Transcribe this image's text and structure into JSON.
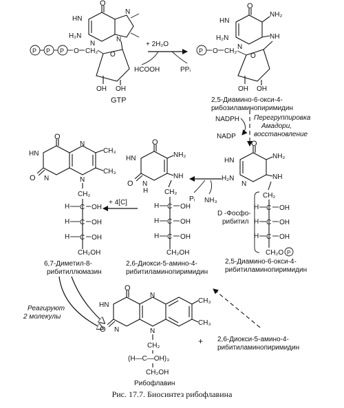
{
  "figure": {
    "caption": "Рис. 17.7. Биосинтез рибофлавина"
  },
  "compounds": {
    "gtp": "GTP",
    "daorp": "2,5-Диамино-6-окси-4-\nрибозиламинопиримидин",
    "daorbp": "2,5-Диамино-6-окси-4-\nрибитиламинопиримидин",
    "doarp": "2,6-Диокси-5-амино-4-\nрибитиламинопиримидин",
    "dmrl": "6,7-Диметил-8-\nрибитиллюмазин",
    "doarp2": "2,6-Диокси-5-амино-4-\nрибитиламинопиримидин",
    "riboflavin": "Рибофлавин"
  },
  "reagents": {
    "water": "+ 2H₂O",
    "formate": "HCOOH",
    "ppi": "PPᵢ",
    "nadph": "NADPH",
    "nadp": "NADP",
    "amadori": "Перегруппировка\nАмадори,\nвосстановление",
    "pi": "Pᵢ",
    "nh3": "NH₃",
    "c4": "+ 4[C]",
    "d_phospho": "D -Фосфо-\nрибитил",
    "react2": "Реагируют\n2 молекулы",
    "plus": "+"
  },
  "atoms": {
    "O": "O",
    "HN": "HN",
    "N": "N",
    "H": "H",
    "H2N": "H₂N",
    "NH2": "NH₂",
    "NH": "NH",
    "P": "P",
    "OH": "OH",
    "CH2": "CH₂",
    "CH2OH": "CH₂OH",
    "CH2O": "CH₂O",
    "C": "C",
    "O_link": "O",
    "CH3": "CH₃",
    "riboflavin_chain": "(H—C—OH)₃"
  }
}
